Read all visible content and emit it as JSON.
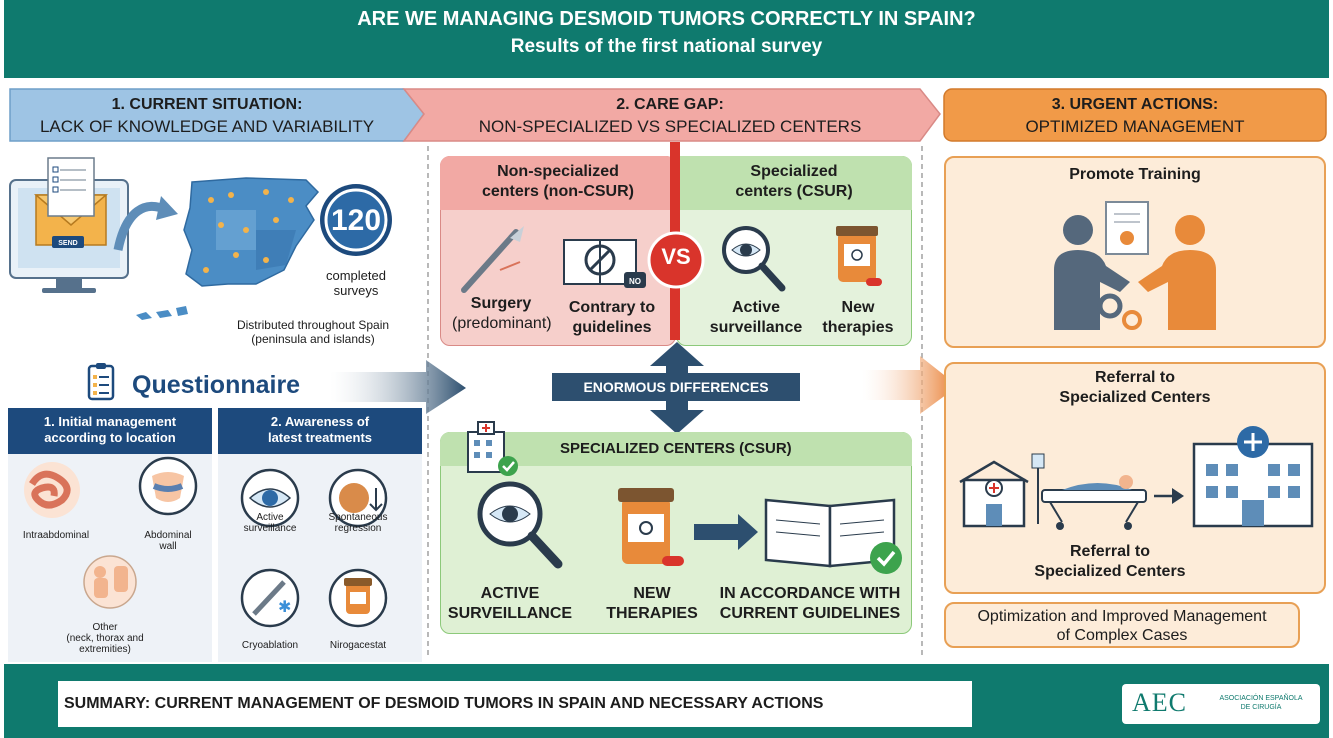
{
  "header": {
    "title": "ARE WE MANAGING DESMOID TUMORS CORRECTLY IN SPAIN?",
    "subtitle": "Results of the first national survey"
  },
  "section1": {
    "title": "1. CURRENT SITUATION:",
    "subtitle": "LACK OF KNOWLEDGE AND VARIABILITY",
    "send_label": "SEND",
    "count": "120",
    "count_label_1": "completed",
    "count_label_2": "surveys",
    "distributed_1": "Distributed throughout Spain",
    "distributed_2": "(peninsula and islands)"
  },
  "questionnaire": {
    "title": "Questionnaire",
    "box1_title_1": "1. Initial management",
    "box1_title_2": "according to location",
    "intraabdominal": "Intraabdominal",
    "abdominal_1": "Abdominal",
    "abdominal_2": "wall",
    "other_1": "Other",
    "other_2": "(neck, thorax and",
    "other_3": "extremities)",
    "box2_title_1": "2. Awareness of",
    "box2_title_2": "latest treatments",
    "active_1": "Active",
    "active_2": "surveillance",
    "spont_1": "Spontaneous",
    "spont_2": "regression",
    "cryo": "Cryoablation",
    "niro": "Nirogacestat"
  },
  "section2": {
    "title": "2. CARE GAP:",
    "subtitle": "NON-SPECIALIZED VS SPECIALIZED CENTERS",
    "nonspec_1": "Non-specialized",
    "nonspec_2": "centers (non-CSUR)",
    "spec_1": "Specialized",
    "spec_2": "centers (CSUR)",
    "vs": "VS",
    "surgery_1": "Surgery",
    "surgery_2": "(predominant)",
    "contrary_1": "Contrary to",
    "contrary_2": "guidelines",
    "no_label": "NO",
    "active_1": "Active",
    "active_2": "surveillance",
    "new_1": "New",
    "new_2": "therapies",
    "differences": "ENORMOUS DIFFERENCES",
    "csur_title": "SPECIALIZED CENTERS (CSUR)",
    "csur_active_1": "ACTIVE",
    "csur_active_2": "SURVEILLANCE",
    "csur_new_1": "NEW",
    "csur_new_2": "THERAPIES",
    "csur_acc_1": "IN ACCORDANCE WITH",
    "csur_acc_2": "CURRENT GUIDELINES"
  },
  "section3": {
    "title": "3. URGENT ACTIONS:",
    "subtitle": "OPTIMIZED MANAGEMENT",
    "training": "Promote Training",
    "referral_1": "Referral to",
    "referral_2": "Specialized Centers",
    "referral_b1": "Referral to",
    "referral_b2": "Specialized Centers",
    "optim_1": "Optimization and Improved Management",
    "optim_2": "of Complex Cases"
  },
  "footer": {
    "summary": "SUMMARY: CURRENT MANAGEMENT OF DESMOID TUMORS IN SPAIN AND NECESSARY ACTIONS",
    "logo_letters": "AEC",
    "logo_1": "ASOCIACIÓN ESPAÑOLA",
    "logo_2": "DE CIRUGÍA"
  },
  "colors": {
    "teal": "#0f7a6e",
    "blue_banner": "#9ec4e4",
    "pink_banner": "#f2a9a4",
    "orange_banner": "#f19a48",
    "navy": "#1d4a7d",
    "red": "#d9342b",
    "green": "#8cc97a"
  }
}
